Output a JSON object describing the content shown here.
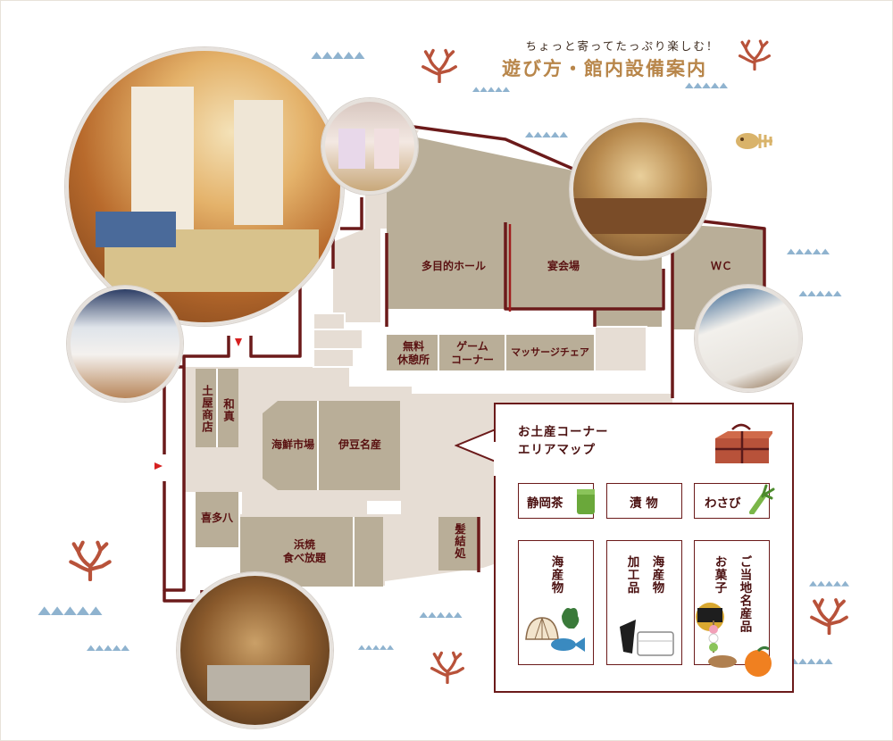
{
  "header": {
    "subtitle": "ちょっと寄ってたっぷり楽しむ！",
    "title": "遊び方・館内設備案内"
  },
  "map": {
    "rooms": {
      "multipurpose_hall": "多目的ホール",
      "banquet_hall": "宴会場",
      "wc": "ＷＣ",
      "free_rest_area": "無料\n休憩所",
      "game_corner": "ゲーム\nコーナー",
      "massage_chair": "マッサージチェア",
      "tsuchiya_shop": "土屋商店",
      "wama": "和真",
      "seafood_market": "海鮮市場",
      "izu_specialty": "伊豆名産",
      "kitahachi": "喜多八",
      "hamayaki": "浜焼\n食べ放題",
      "hair_salon": "髪結処"
    }
  },
  "area_map": {
    "title_line1": "お土産コーナー",
    "title_line2": "エリアマップ",
    "tiles": {
      "shizuoka_tea": "静岡茶",
      "pickles": "漬 物",
      "wasabi": "わさび",
      "seafood": "海産物",
      "seafood_processed_col1": "加工品",
      "seafood_processed_col2": "海産物",
      "local_specialty": "ご当地名産品",
      "sweets": "お菓子"
    }
  },
  "colors": {
    "wall": "#6b1a1a",
    "room_fill": "#b9ae98",
    "corridor_fill": "#e6ddd4",
    "title_gold": "#b8864a",
    "wave_blue": "#8fb3cf",
    "coral": "#b8523a"
  },
  "icons": [
    "coral-icon",
    "fish-bone-icon",
    "wave-icon",
    "souvenir-box-icon",
    "tea-cup-icon",
    "wasabi-icon",
    "shell-fish-icon",
    "dried-fish-icon",
    "dango-sweets-icon",
    "orange-icon",
    "entrance-arrow-icon"
  ]
}
